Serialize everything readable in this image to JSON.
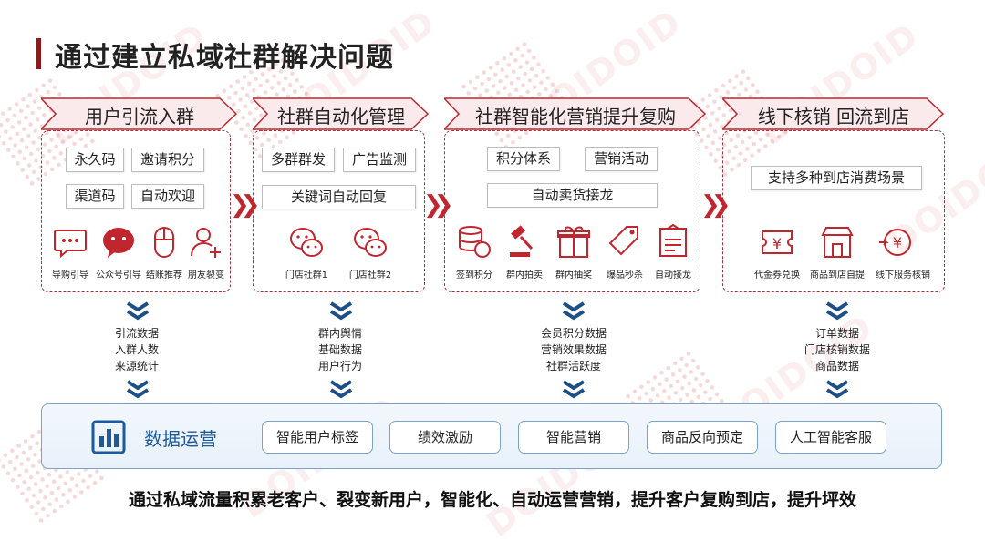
{
  "title": "通过建立私域社群解决问题",
  "watermark": "DOIDOID",
  "colors": {
    "accent": "#c0262e",
    "dark_red": "#8b1a1a",
    "blue": "#1c5a9c",
    "blue_border": "#7aa3c9"
  },
  "stages": [
    {
      "title": "用户引流入群",
      "tags": [
        "永久码",
        "邀请积分",
        "渠道码",
        "自动欢迎"
      ],
      "icons": [
        {
          "name": "chat-icon",
          "label": "导购引导"
        },
        {
          "name": "wechat-icon",
          "label": "公众号引导"
        },
        {
          "name": "mouse-icon",
          "label": "结账推荐"
        },
        {
          "name": "add-user-icon",
          "label": "朋友裂变"
        }
      ],
      "data": [
        "引流数据",
        "入群人数",
        "来源统计"
      ]
    },
    {
      "title": "社群自动化管理",
      "tags": [
        "多群群发",
        "广告监测",
        "关键词自动回复"
      ],
      "icons": [
        {
          "name": "wechat-icon",
          "label": "门店社群1"
        },
        {
          "name": "wechat-icon",
          "label": "门店社群2"
        }
      ],
      "data": [
        "群内舆情",
        "基础数据",
        "用户行为"
      ]
    },
    {
      "title": "社群智能化营销提升复购",
      "tags": [
        "积分体系",
        "营销活动",
        "自动卖货接龙"
      ],
      "icons": [
        {
          "name": "coins-icon",
          "label": "签到积分"
        },
        {
          "name": "auction-icon",
          "label": "群内拍卖"
        },
        {
          "name": "gift-icon",
          "label": "群内抽奖"
        },
        {
          "name": "price-tag-icon",
          "label": "爆品秒杀"
        },
        {
          "name": "receipt-icon",
          "label": "自动接龙"
        }
      ],
      "data": [
        "会员积分数据",
        "营销效果数据",
        "社群活跃度"
      ]
    },
    {
      "title": "线下核销 回流到店",
      "tags": [
        "支持多种到店消费场景"
      ],
      "icons": [
        {
          "name": "coupon-icon",
          "label": "代金券兑换"
        },
        {
          "name": "store-icon",
          "label": "商品到店自提"
        },
        {
          "name": "yen-refresh-icon",
          "label": "线下服务核销"
        }
      ],
      "data": [
        "订单数据",
        "门店核销数据",
        "商品数据"
      ]
    }
  ],
  "operations": {
    "label": "数据运营",
    "icon": "bar-chart-icon",
    "items": [
      "智能用户标签",
      "绩效激励",
      "智能营销",
      "商品反向预定",
      "人工智能客服"
    ]
  },
  "conclusion": "通过私域流量积累老客户、裂变新用户，智能化、自动运营营销，提升客户复购到店，提升坪效"
}
